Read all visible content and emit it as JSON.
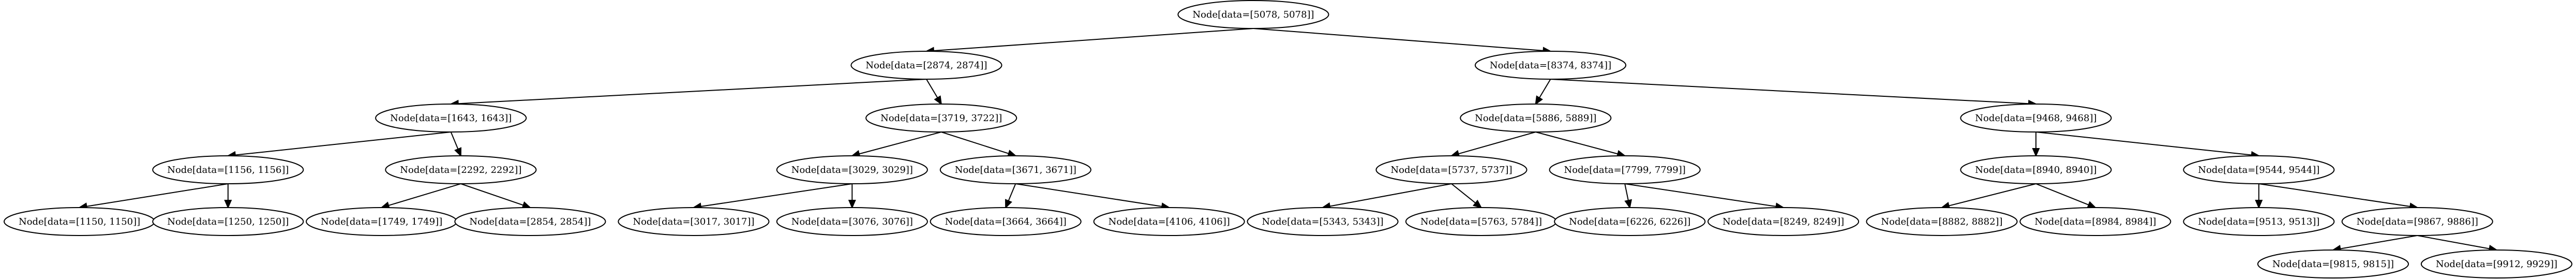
{
  "nodes": [
    {
      "id": "n0",
      "label": "Node[data=[5078, 5078]]"
    },
    {
      "id": "n1",
      "label": "Node[data=[2874, 2874]]"
    },
    {
      "id": "n2",
      "label": "Node[data=[8374, 8374]]"
    },
    {
      "id": "n3",
      "label": "Node[data=[1643, 1643]]"
    },
    {
      "id": "n4",
      "label": "Node[data=[3719, 3722]]"
    },
    {
      "id": "n5",
      "label": "Node[data=[5886, 5889]]"
    },
    {
      "id": "n6",
      "label": "Node[data=[9468, 9468]]"
    },
    {
      "id": "n7",
      "label": "Node[data=[1156, 1156]]"
    },
    {
      "id": "n8",
      "label": "Node[data=[2292, 2292]]"
    },
    {
      "id": "n9",
      "label": "Node[data=[3029, 3029]]"
    },
    {
      "id": "n10",
      "label": "Node[data=[3671, 3671]]"
    },
    {
      "id": "n11",
      "label": "Node[data=[5737, 5737]]"
    },
    {
      "id": "n12",
      "label": "Node[data=[7799, 7799]]"
    },
    {
      "id": "n13",
      "label": "Node[data=[8940, 8940]]"
    },
    {
      "id": "n14",
      "label": "Node[data=[9544, 9544]]"
    },
    {
      "id": "n15",
      "label": "Node[data=[1150, 1150]]"
    },
    {
      "id": "n16",
      "label": "Node[data=[1250, 1250]]"
    },
    {
      "id": "n17",
      "label": "Node[data=[1749, 1749]]"
    },
    {
      "id": "n18",
      "label": "Node[data=[2854, 2854]]"
    },
    {
      "id": "n19",
      "label": "Node[data=[3017, 3017]]"
    },
    {
      "id": "n20",
      "label": "Node[data=[3076, 3076]]"
    },
    {
      "id": "n21",
      "label": "Node[data=[3664, 3664]]"
    },
    {
      "id": "n22",
      "label": "Node[data=[4106, 4106]]"
    },
    {
      "id": "n23",
      "label": "Node[data=[5343, 5343]]"
    },
    {
      "id": "n24",
      "label": "Node[data=[5763, 5784]]"
    },
    {
      "id": "n25",
      "label": "Node[data=[6226, 6226]]"
    },
    {
      "id": "n26",
      "label": "Node[data=[8249, 8249]]"
    },
    {
      "id": "n27",
      "label": "Node[data=[8882, 8882]]"
    },
    {
      "id": "n28",
      "label": "Node[data=[8984, 8984]]"
    },
    {
      "id": "n29",
      "label": "Node[data=[9513, 9513]]"
    },
    {
      "id": "n30",
      "label": "Node[data=[9867, 9886]]"
    },
    {
      "id": "n31",
      "label": "Node[data=[9815, 9815]]"
    },
    {
      "id": "n32",
      "label": "Node[data=[9912, 9929]]"
    }
  ],
  "edges": [
    [
      "n0",
      "n1"
    ],
    [
      "n0",
      "n2"
    ],
    [
      "n1",
      "n3"
    ],
    [
      "n1",
      "n4"
    ],
    [
      "n2",
      "n5"
    ],
    [
      "n2",
      "n6"
    ],
    [
      "n3",
      "n7"
    ],
    [
      "n3",
      "n8"
    ],
    [
      "n4",
      "n9"
    ],
    [
      "n4",
      "n10"
    ],
    [
      "n5",
      "n11"
    ],
    [
      "n5",
      "n12"
    ],
    [
      "n6",
      "n13"
    ],
    [
      "n6",
      "n14"
    ],
    [
      "n7",
      "n15"
    ],
    [
      "n7",
      "n16"
    ],
    [
      "n8",
      "n17"
    ],
    [
      "n8",
      "n18"
    ],
    [
      "n9",
      "n19"
    ],
    [
      "n9",
      "n20"
    ],
    [
      "n10",
      "n21"
    ],
    [
      "n10",
      "n22"
    ],
    [
      "n11",
      "n23"
    ],
    [
      "n11",
      "n24"
    ],
    [
      "n12",
      "n25"
    ],
    [
      "n12",
      "n26"
    ],
    [
      "n13",
      "n27"
    ],
    [
      "n13",
      "n28"
    ],
    [
      "n14",
      "n29"
    ],
    [
      "n14",
      "n30"
    ],
    [
      "n30",
      "n31"
    ],
    [
      "n30",
      "n32"
    ]
  ],
  "colors": {
    "stroke": "#000000",
    "fill": "#ffffff",
    "background": "#ffffff"
  }
}
